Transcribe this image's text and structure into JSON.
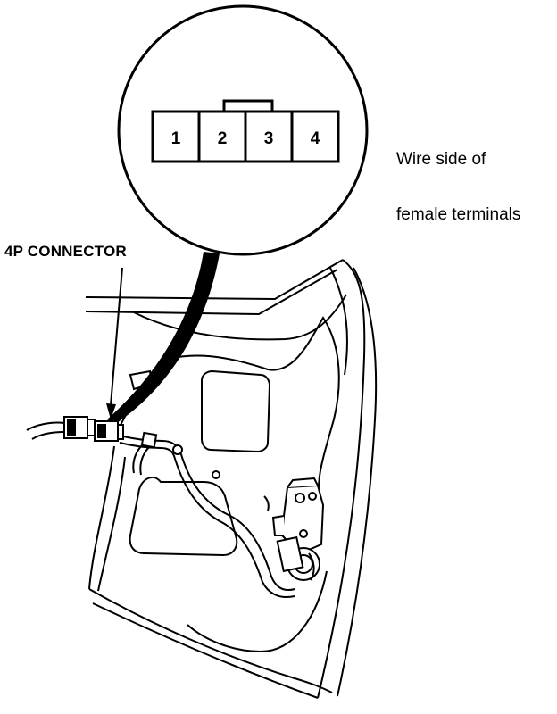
{
  "callout": {
    "caption_line1": "Wire side of",
    "caption_line2": "female terminals",
    "terminals": [
      "1",
      "2",
      "3",
      "4"
    ]
  },
  "connector_label": "4P CONNECTOR",
  "colors": {
    "ink": "#000000",
    "paper": "#ffffff"
  }
}
